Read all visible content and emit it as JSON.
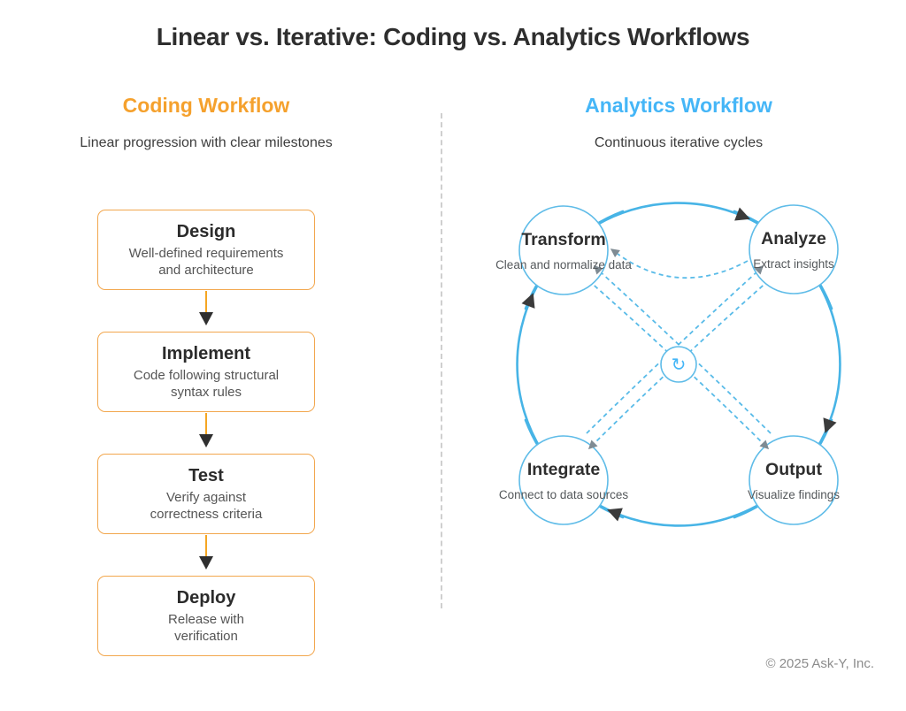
{
  "title": "Linear vs. Iterative: Coding vs. Analytics Workflows",
  "coding": {
    "heading": "Coding Workflow",
    "subtitle": "Linear progression with clear milestones",
    "steps": [
      {
        "title": "Design",
        "desc": "Well-defined requirements and architecture"
      },
      {
        "title": "Implement",
        "desc": "Code following structural syntax rules"
      },
      {
        "title": "Test",
        "desc": "Verify against correctness criteria"
      },
      {
        "title": "Deploy",
        "desc": "Release with verification"
      }
    ]
  },
  "analytics": {
    "heading": "Analytics Workflow",
    "subtitle": "Continuous iterative cycles",
    "nodes": [
      {
        "title": "Transform",
        "desc": "Clean and normalize data"
      },
      {
        "title": "Analyze",
        "desc": "Extract insights"
      },
      {
        "title": "Integrate",
        "desc": "Connect to data sources"
      },
      {
        "title": "Output",
        "desc": "Visualize findings"
      }
    ],
    "center_icon": {
      "name": "refresh-icon",
      "glyph": "↻"
    }
  },
  "footer": {
    "copyright": "© 2025 Ask-Y, Inc."
  },
  "colors": {
    "orange": "#F5A12D",
    "blue": "#45B6F7",
    "arc_blue": "#47B4E6",
    "arrow_dark": "#3B3B3B",
    "text_dark": "#2E2E2E",
    "text_muted": "#555555"
  }
}
